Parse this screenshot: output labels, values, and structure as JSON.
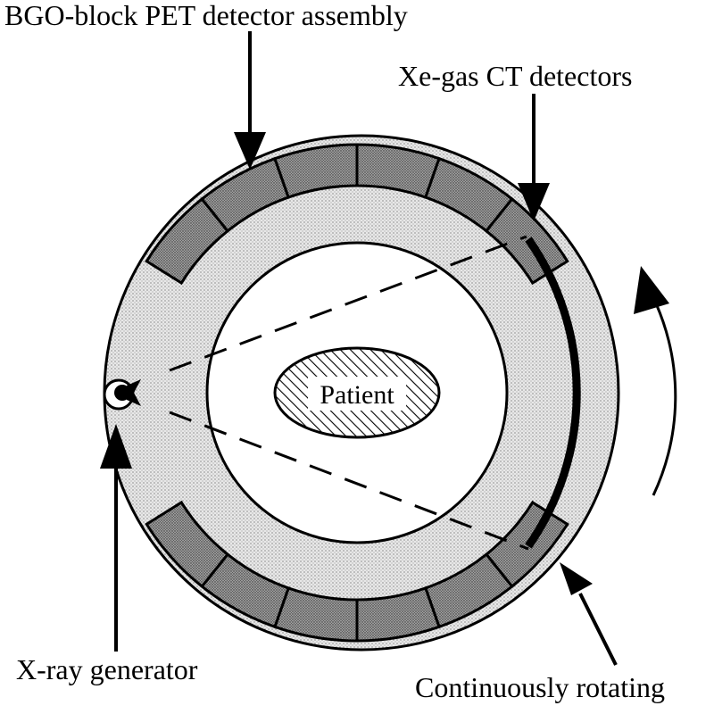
{
  "labels": {
    "pet_detector": "BGO-block PET detector assembly",
    "ct_detectors": "Xe-gas CT detectors",
    "patient": "Patient",
    "xray_generator": "X-ray generator",
    "rotation": "Continuously rotating"
  },
  "pet_blocks": {
    "top_count": 6,
    "bottom_count": 6
  },
  "colors": {
    "line": "#000000",
    "stipple": "#dcdcdc",
    "block_fill": "#8a8a8a",
    "background": "#ffffff"
  }
}
